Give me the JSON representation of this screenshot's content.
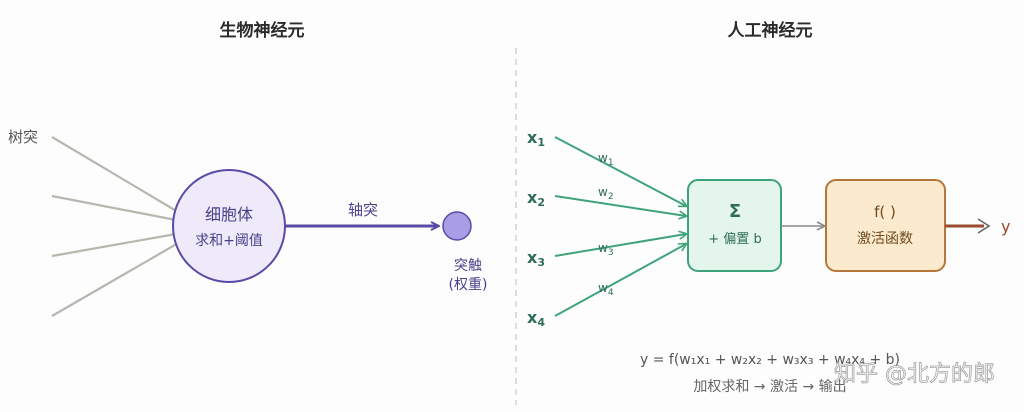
{
  "left": {
    "title": "生物神经元",
    "dendrite_label": "树突",
    "soma_line1": "细胞体",
    "soma_line2": "求和+阈值",
    "axon_label": "轴突",
    "synapse_line1": "突触",
    "synapse_line2": "(权重)"
  },
  "right": {
    "title": "人工神经元",
    "inputs": [
      {
        "name": "x",
        "sub": "1",
        "weight": "w",
        "wsub": "1"
      },
      {
        "name": "x",
        "sub": "2",
        "weight": "w",
        "wsub": "2"
      },
      {
        "name": "x",
        "sub": "3",
        "weight": "w",
        "wsub": "3"
      },
      {
        "name": "x",
        "sub": "4",
        "weight": "w",
        "wsub": "4"
      }
    ],
    "sum_symbol": "Σ",
    "sum_label": "+ 偏置 b",
    "act_symbol": "f( )",
    "act_label": "激活函数",
    "output": "y",
    "formula": "y = f(w₁x₁ + w₂x₂ + w₃x₃ + w₄x₄ + b)",
    "caption": "加权求和 → 激活 → 输出"
  },
  "watermark": "知乎 @北方的郎",
  "colors": {
    "purple": "#5a4aa6",
    "purple_fill": "#eeeafa",
    "synapse_fill": "#a99de6",
    "green": "#3fa37a",
    "green_fill": "#e4f5ec",
    "orange": "#b5763a",
    "orange_fill": "#fbeacd",
    "output_arrow": "#9a4a2e",
    "dendrite": "#b7b7b0",
    "divider": "#c8c8c8"
  }
}
